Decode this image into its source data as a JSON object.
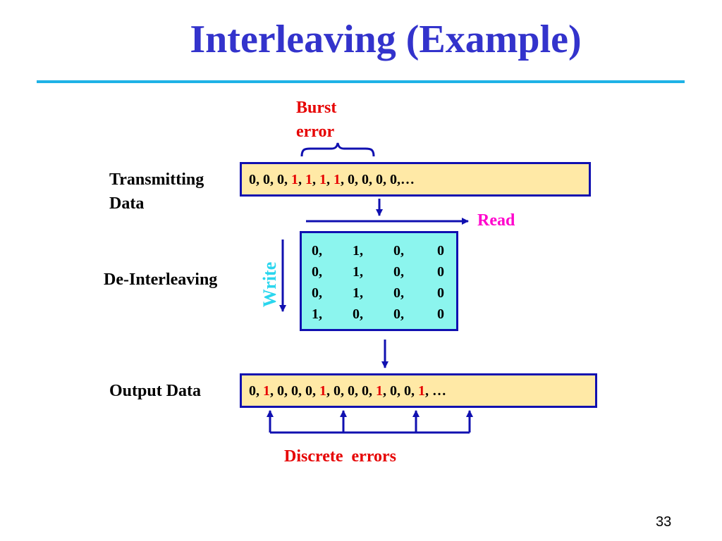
{
  "title": "Interleaving (Example)",
  "burst_label": [
    "Burst",
    "error"
  ],
  "transmitting_label": [
    "Transmitting",
    "Data"
  ],
  "transmitting_data": [
    {
      "t": "0, 0, 0, ",
      "hi": false
    },
    {
      "t": "1",
      "hi": true
    },
    {
      "t": ", ",
      "hi": false
    },
    {
      "t": "1",
      "hi": true
    },
    {
      "t": ", ",
      "hi": false
    },
    {
      "t": "1",
      "hi": true
    },
    {
      "t": ", ",
      "hi": false
    },
    {
      "t": "1",
      "hi": true
    },
    {
      "t": ", 0, 0, 0, 0,…",
      "hi": false
    }
  ],
  "read_label": "Read",
  "write_label": "Write",
  "deinterleaving_label": "De-Interleaving",
  "matrix": [
    [
      "0,",
      "1,",
      "0,",
      "0"
    ],
    [
      "0,",
      "1,",
      "0,",
      "0"
    ],
    [
      "0,",
      "1,",
      "0,",
      "0"
    ],
    [
      "1,",
      "0,",
      "0,",
      "0"
    ]
  ],
  "output_label": "Output Data",
  "output_data": [
    {
      "t": "0, ",
      "hi": false
    },
    {
      "t": "1",
      "hi": true
    },
    {
      "t": ", 0, 0, 0, ",
      "hi": false
    },
    {
      "t": "1",
      "hi": true
    },
    {
      "t": ", 0, 0, 0, ",
      "hi": false
    },
    {
      "t": "1",
      "hi": true
    },
    {
      "t": ", 0, 0, ",
      "hi": false
    },
    {
      "t": "1",
      "hi": true
    },
    {
      "t": ", …",
      "hi": false
    }
  ],
  "discrete_label": "Discrete  errors",
  "page_number": "33",
  "colors": {
    "title": "#3333cc",
    "rule": "#1fb2e6",
    "highlight": "#e60000",
    "box_fill": "#ffe9a6",
    "box_border": "#1010b0",
    "matrix_fill": "#8cf5ee",
    "read": "#ff00cc",
    "write": "#2ad6ee"
  }
}
